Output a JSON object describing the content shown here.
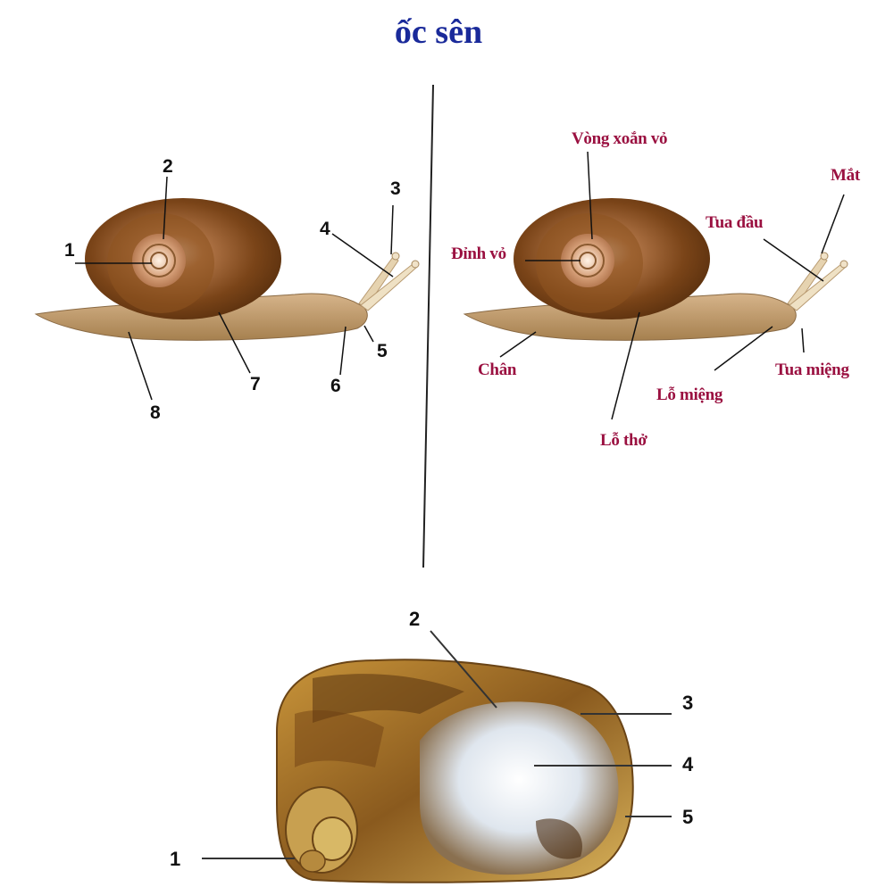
{
  "title": "ốc sên",
  "left_diagram": {
    "labels": [
      "1",
      "2",
      "3",
      "4",
      "5",
      "6",
      "7",
      "8"
    ]
  },
  "right_diagram": {
    "labels": {
      "shell_whorl": "Vòng xoắn vỏ",
      "eye": "Mắt",
      "head_tentacle": "Tua đầu",
      "shell_apex": "Đỉnh vỏ",
      "foot": "Chân",
      "mouth_tentacle": "Tua miệng",
      "mouth": "Lỗ miệng",
      "breathing_hole": "Lỗ thở"
    }
  },
  "bottom_diagram": {
    "labels": [
      "1",
      "2",
      "3",
      "4",
      "5"
    ]
  },
  "colors": {
    "title": "#1a2a9a",
    "label_text": "#9a1040",
    "shell_dark": "#6b3a14",
    "shell_light": "#c98a4a",
    "body": "#c9a57a"
  }
}
